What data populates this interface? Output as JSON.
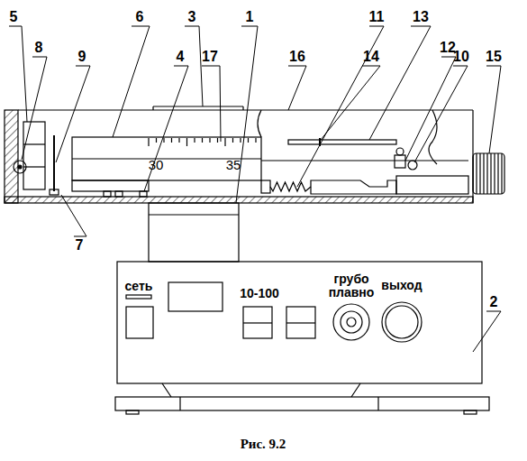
{
  "diagram": {
    "caption": "Рис. 9.2",
    "labels": [
      "5",
      "6",
      "3",
      "1",
      "8",
      "9",
      "4",
      "17",
      "16",
      "11",
      "13",
      "12",
      "10",
      "14",
      "15",
      "7",
      "2",
      "30",
      "35",
      "сеть",
      "10-100",
      "грубо",
      "плавно",
      "выход"
    ]
  }
}
